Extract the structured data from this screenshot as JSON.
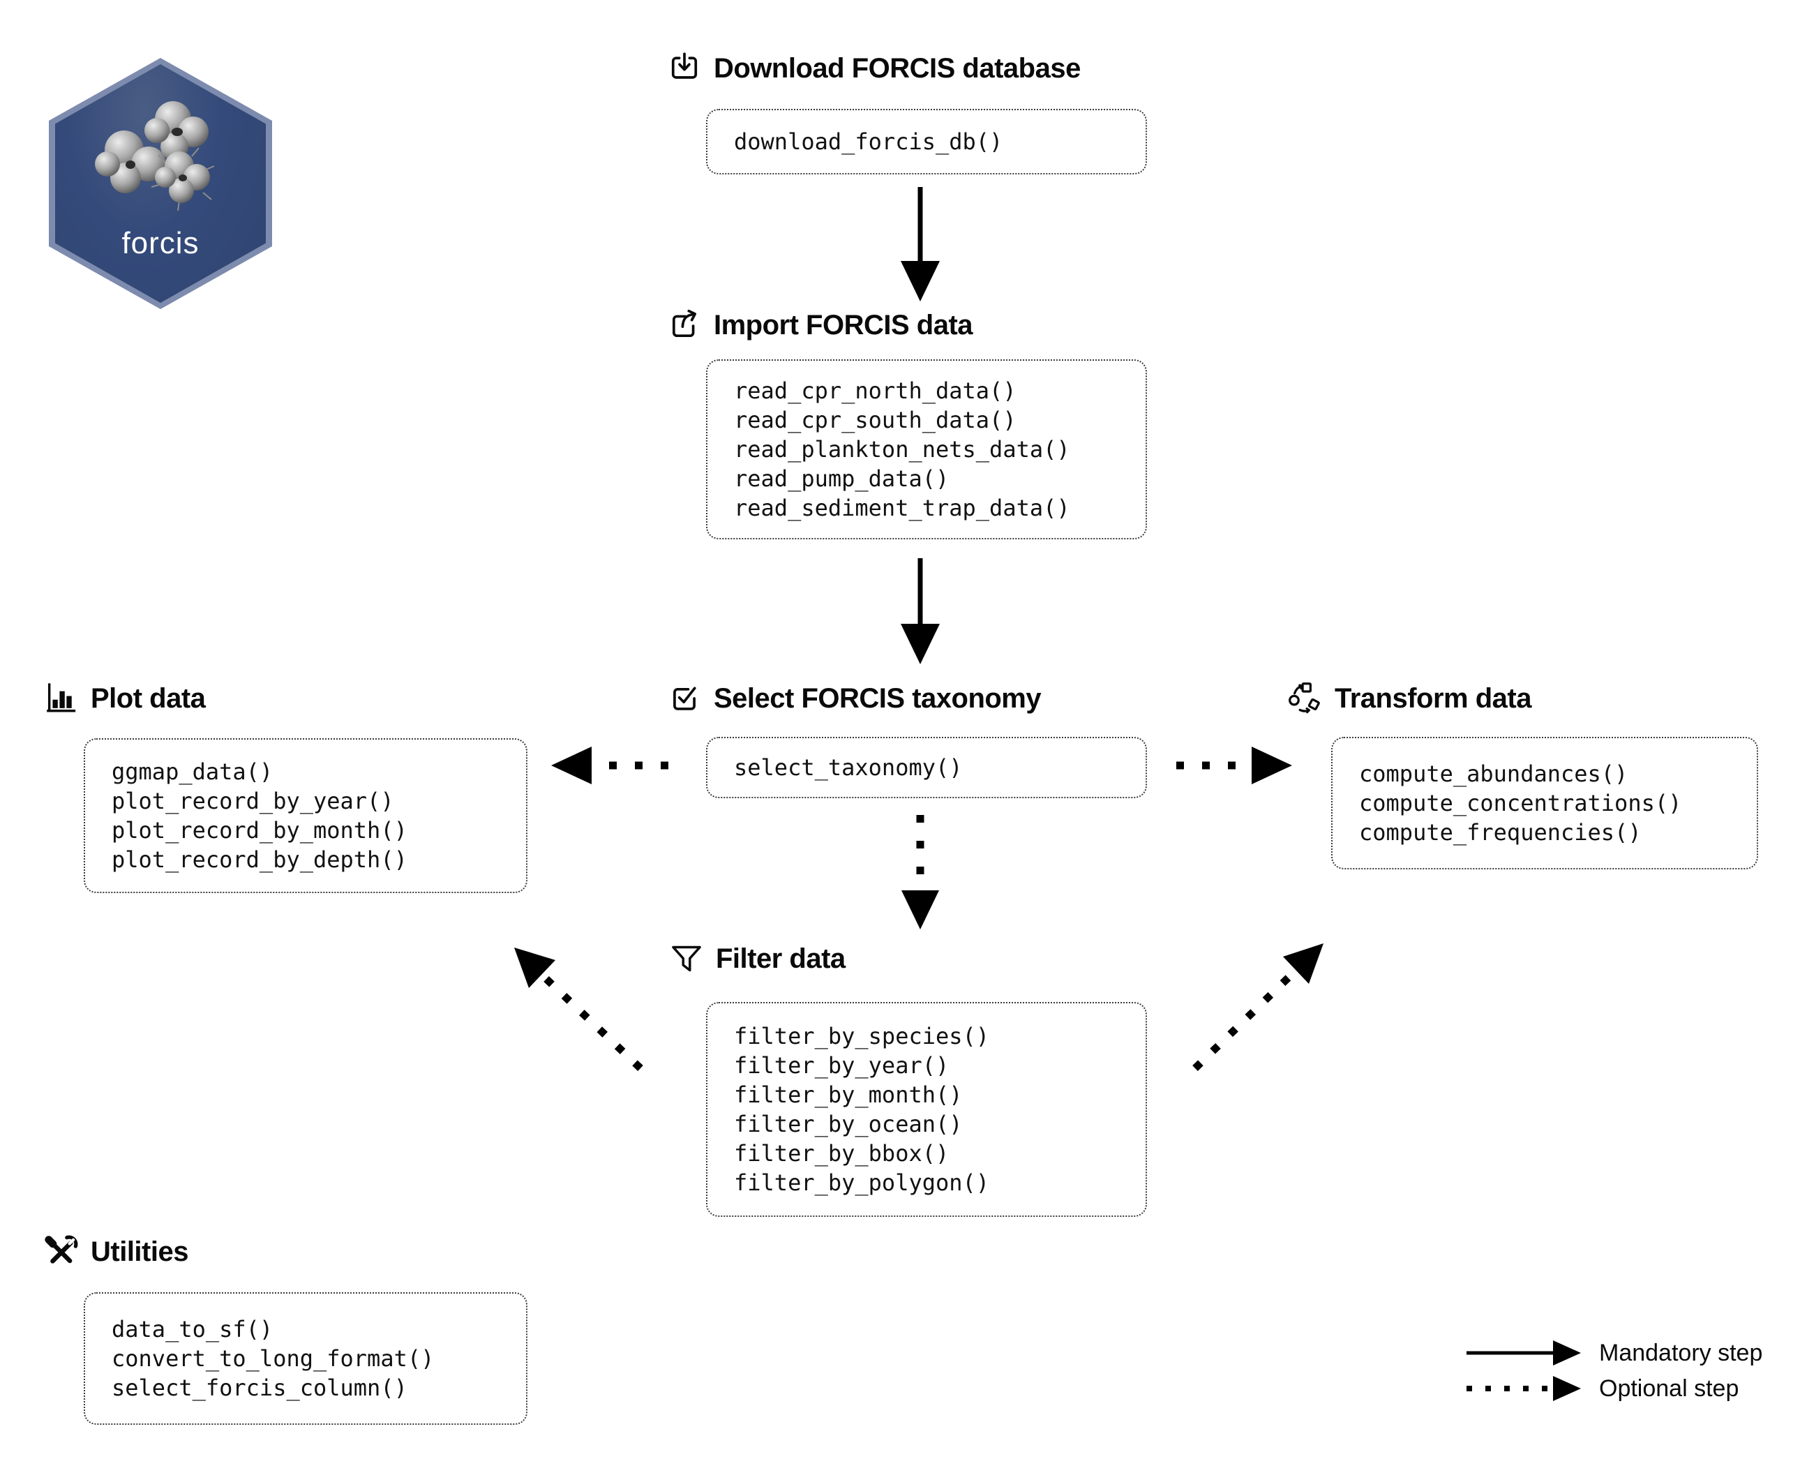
{
  "logo": {
    "name": "forcis",
    "url": "https://frbcesab.github.io/forcis",
    "bg_color": "#344a7a",
    "border_color": "#7d8bae"
  },
  "sections": {
    "download": {
      "title": "Download FORCIS database",
      "icon": "download-icon",
      "functions": [
        "download_forcis_db()"
      ]
    },
    "import": {
      "title": "Import FORCIS data",
      "icon": "export-icon",
      "functions": [
        "read_cpr_north_data()",
        "read_cpr_south_data()",
        "read_plankton_nets_data()",
        "read_pump_data()",
        "read_sediment_trap_data()"
      ]
    },
    "taxonomy": {
      "title": "Select FORCIS taxonomy",
      "icon": "checkbox-icon",
      "functions": [
        "select_taxonomy()"
      ]
    },
    "plot": {
      "title": "Plot data",
      "icon": "bar-chart-icon",
      "functions": [
        "ggmap_data()",
        "plot_record_by_year()",
        "plot_record_by_month()",
        "plot_record_by_depth()"
      ]
    },
    "transform": {
      "title": "Transform data",
      "icon": "shapes-cycle-icon",
      "functions": [
        "compute_abundances()",
        "compute_concentrations()",
        "compute_frequencies()"
      ]
    },
    "filter": {
      "title": "Filter data",
      "icon": "funnel-icon",
      "functions": [
        "filter_by_species()",
        "filter_by_year()",
        "filter_by_month()",
        "filter_by_ocean()",
        "filter_by_bbox()",
        "filter_by_polygon()"
      ]
    },
    "utilities": {
      "title": "Utilities",
      "icon": "tools-icon",
      "functions": [
        "data_to_sf()",
        "convert_to_long_format()",
        "select_forcis_column()"
      ]
    }
  },
  "flows": [
    {
      "from": "download",
      "to": "import",
      "type": "mandatory"
    },
    {
      "from": "import",
      "to": "taxonomy",
      "type": "mandatory"
    },
    {
      "from": "taxonomy",
      "to": "plot",
      "type": "optional"
    },
    {
      "from": "taxonomy",
      "to": "transform",
      "type": "optional"
    },
    {
      "from": "taxonomy",
      "to": "filter",
      "type": "optional"
    },
    {
      "from": "filter",
      "to": "plot",
      "type": "optional"
    },
    {
      "from": "filter",
      "to": "transform",
      "type": "optional"
    }
  ],
  "legend": {
    "mandatory_label": "Mandatory step",
    "optional_label": "Optional step"
  },
  "colors": {
    "text": "#0a0a0a",
    "box_border": "#3a3a3a",
    "arrow": "#000000",
    "background": "#ffffff"
  }
}
